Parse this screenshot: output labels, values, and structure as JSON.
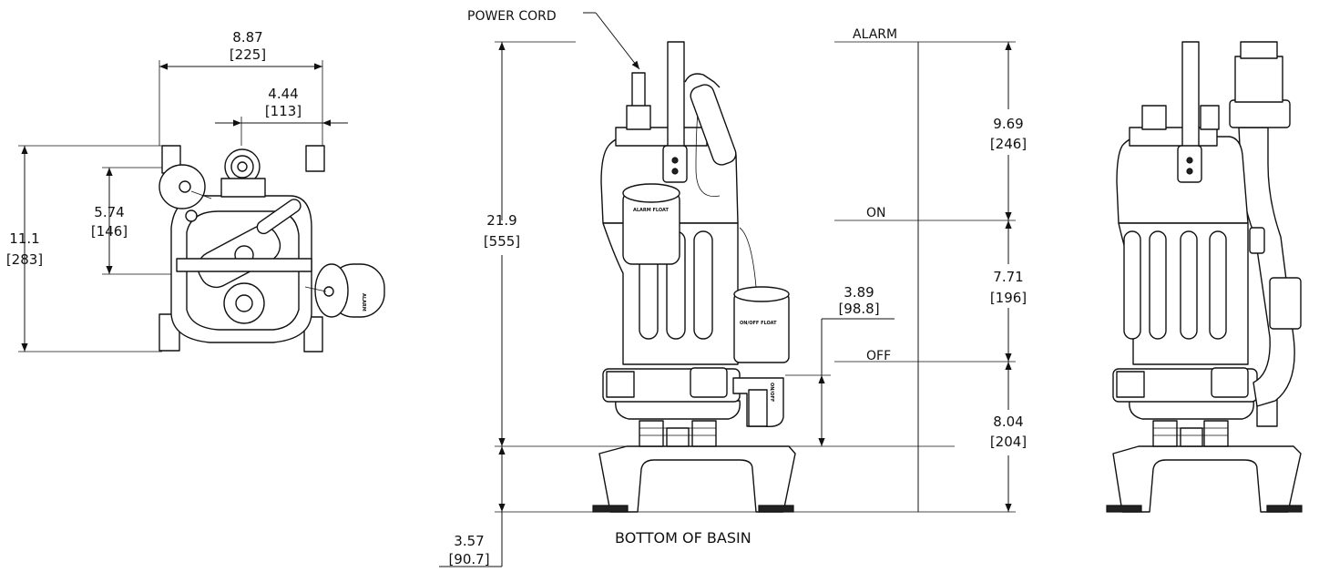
{
  "labels": {
    "power_cord": "POWER CORD",
    "alarm": "ALARM",
    "on": "ON",
    "off": "OFF",
    "bottom_of_basin": "BOTTOM OF BASIN",
    "alarm_float_tag": "ALARM FLOAT",
    "on_off_float_tag": "ON/OFF FLOAT"
  },
  "dimensions": {
    "top_width": {
      "in": "8.87",
      "mm": "[225]"
    },
    "top_offset": {
      "in": "4.44",
      "mm": "[113]"
    },
    "top_depth": {
      "in": "11.1",
      "mm": "[283]"
    },
    "top_inner": {
      "in": "5.74",
      "mm": "[146]"
    },
    "overall_height": {
      "in": "21.9",
      "mm": "[555]"
    },
    "stand_height": {
      "in": "3.57",
      "mm": "[90.7]"
    },
    "discharge_height": {
      "in": "3.89",
      "mm": "[98.8]"
    },
    "alarm_to_on": {
      "in": "9.69",
      "mm": "[246]"
    },
    "on_to_off": {
      "in": "7.71",
      "mm": "[196]"
    },
    "off_to_bottom": {
      "in": "8.04",
      "mm": "[204]"
    }
  }
}
